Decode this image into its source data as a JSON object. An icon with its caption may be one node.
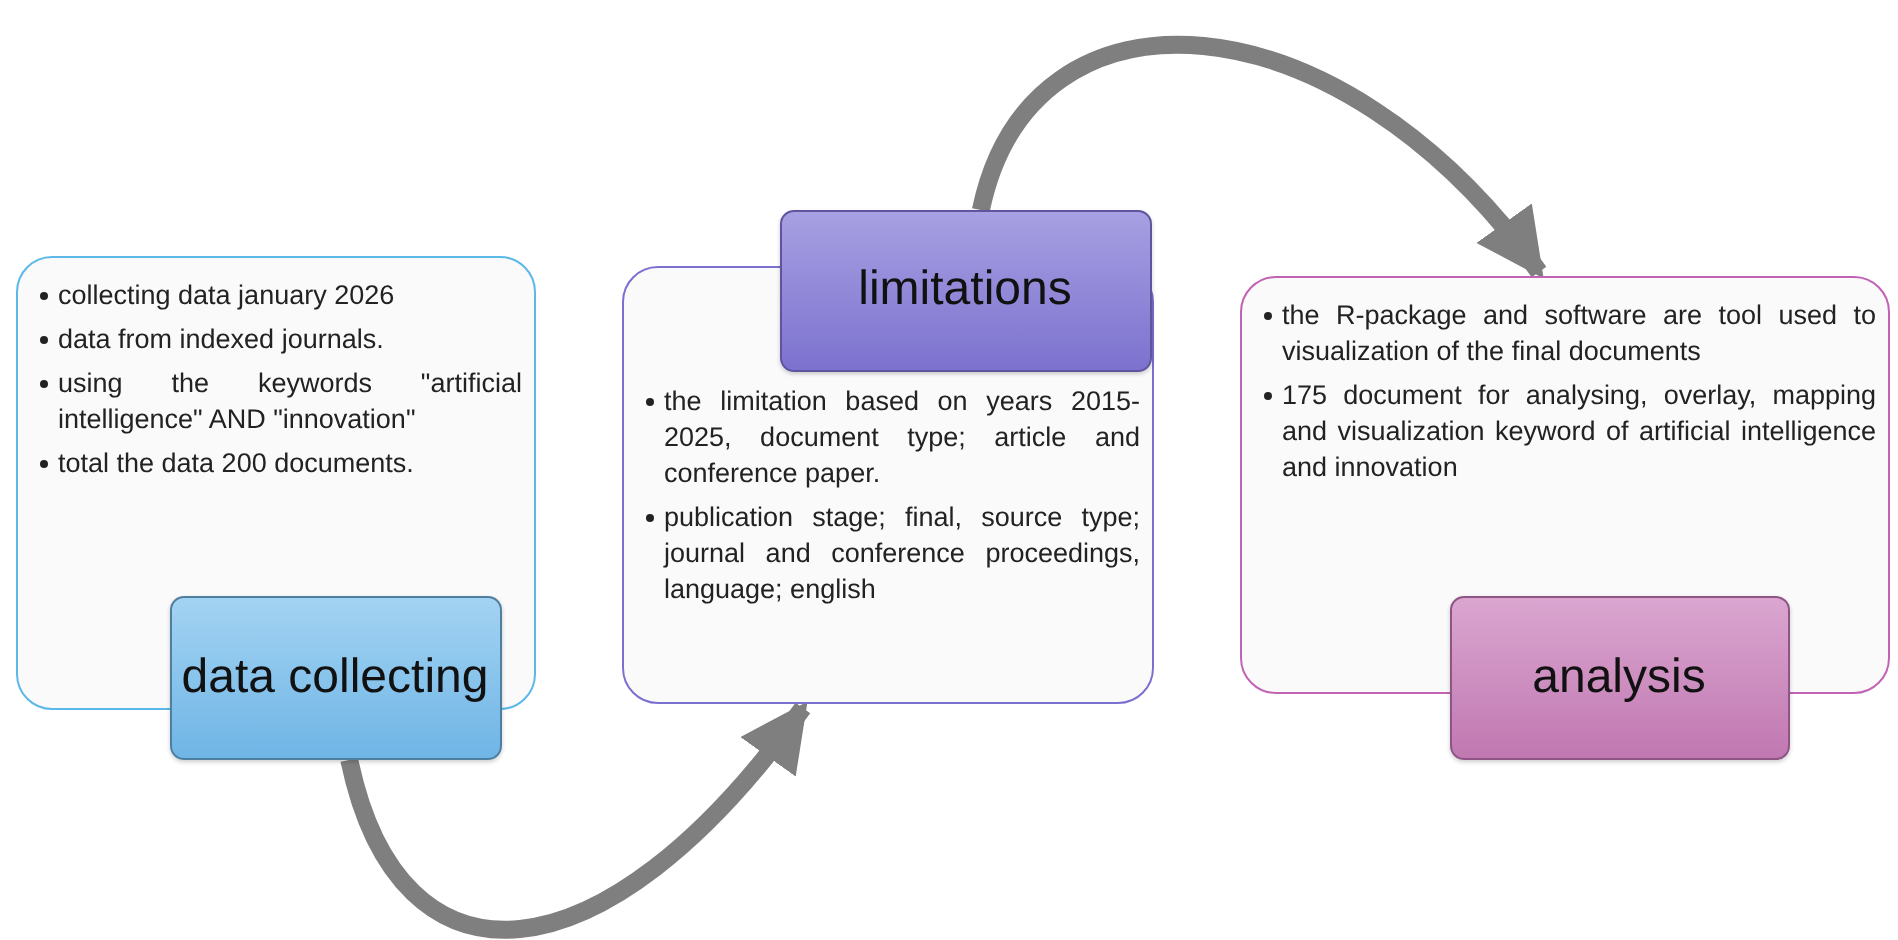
{
  "diagram": {
    "nodes": [
      {
        "text": [
          "collecting data january 2026",
          "data from indexed journals.",
          "using the keywords \"artificial intelligence\" AND \"innovation\"",
          "total the data 200 documents.",
          "data collecting"
        ]
      },
      {
        "text": [
          "limitations",
          "the limitation based on years 2015-2025, document type; article and conference paper.",
          "publication stage; final, source type; journal and conference proceedings, language; english"
        ]
      },
      {
        "text": [
          "the R-package and software are tool used to visualization of the final documents",
          "175 document for analysing, overlay, mapping and visualization keyword of artificial intelligence and innovation",
          "analysis"
        ]
      }
    ],
    "edges": [
      {
        "from": 0,
        "to": 1,
        "arrow": "to"
      },
      {
        "from": 1,
        "to": 2,
        "arrow": "to"
      }
    ]
  }
}
